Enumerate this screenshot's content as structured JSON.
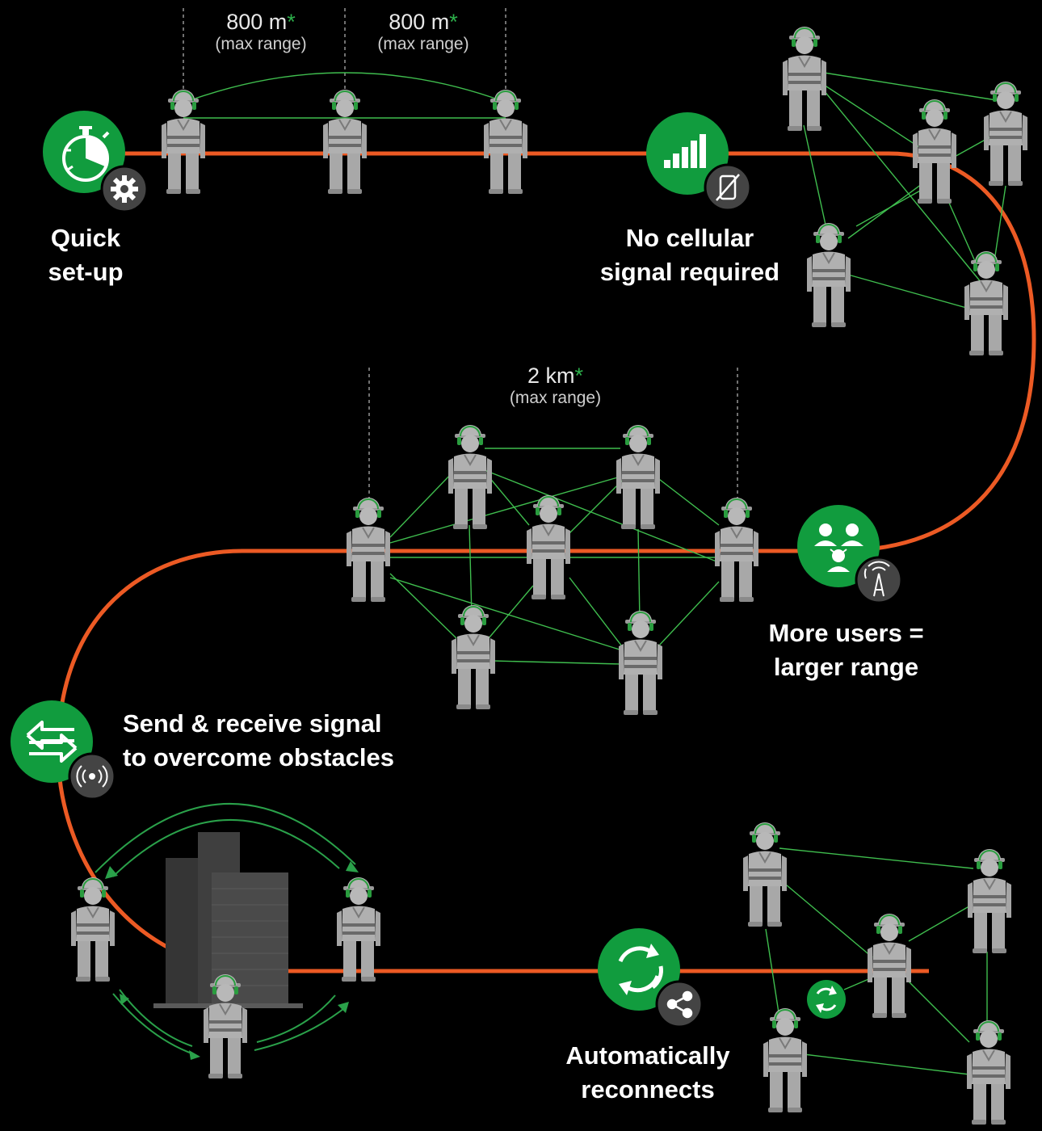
{
  "colors": {
    "orange": "#ec5a24",
    "green": "#119c3e",
    "link": "#3fbd4e",
    "figure": "#a8a8a8",
    "badge": "#444444",
    "building": "#3c3c3c"
  },
  "distances": [
    {
      "value": "800 m",
      "asterisk": "*",
      "note": "(max range)"
    },
    {
      "value": "800 m",
      "asterisk": "*",
      "note": "(max range)"
    },
    {
      "value": "2 km",
      "asterisk": "*",
      "note": "(max range)"
    }
  ],
  "features": [
    {
      "lines": [
        "Quick",
        "set-up"
      ],
      "icon": "stopwatch-icon",
      "badge": "gear-icon"
    },
    {
      "lines": [
        "No cellular",
        "signal required"
      ],
      "icon": "signal-bars-icon",
      "badge": "no-phone-icon"
    },
    {
      "lines": [
        "More users =",
        "larger range"
      ],
      "icon": "group-users-icon",
      "badge": "radio-tower-icon"
    },
    {
      "lines": [
        "Send & receive signal",
        "to overcome obstacles"
      ],
      "icon": "two-way-arrows-icon",
      "badge": "broadcast-icon"
    },
    {
      "lines": [
        "Automatically",
        "reconnects"
      ],
      "icon": "reconnect-arrows-icon",
      "badge": "share-icon"
    }
  ]
}
